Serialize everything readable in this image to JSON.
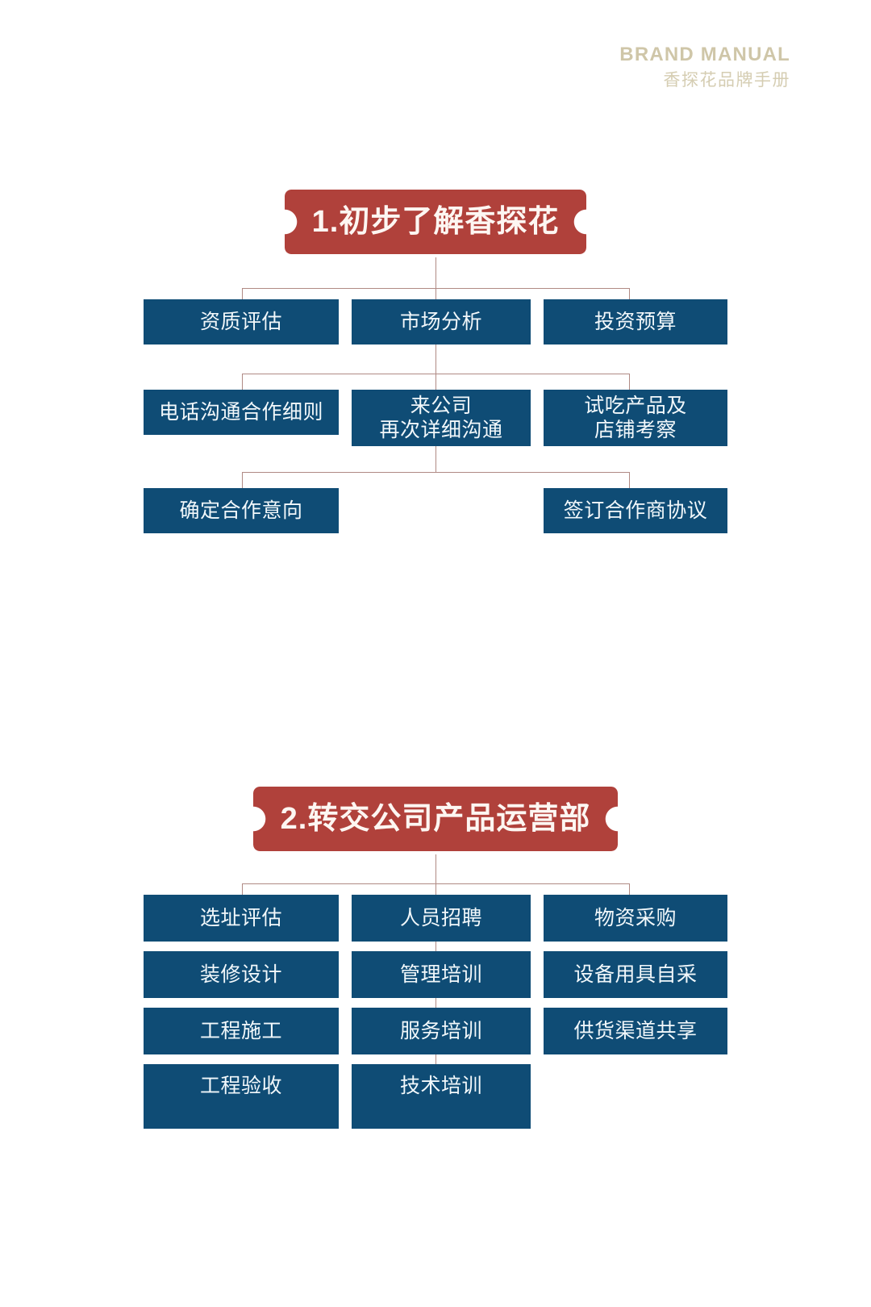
{
  "header": {
    "brand_en": "BRAND MANUAL",
    "brand_cn": "香探花品牌手册"
  },
  "colors": {
    "banner_red": "#b0413b",
    "box_blue": "#0f4c75",
    "connector": "#b08a84",
    "header_tan": "#cfc6a8",
    "page_background": "#ffffff"
  },
  "sections": [
    {
      "banner": "1.初步了解香探花",
      "rows": [
        {
          "cells": [
            {
              "label": "资质评估",
              "empty": false
            },
            {
              "label": "市场分析",
              "empty": false
            },
            {
              "label": "投资预算",
              "empty": false
            }
          ]
        },
        {
          "cells": [
            {
              "label": "电话沟通合作细则",
              "empty": false
            },
            {
              "label": "来公司\n再次详细沟通",
              "empty": false
            },
            {
              "label": "试吃产品及\n店铺考察",
              "empty": false
            }
          ]
        },
        {
          "cells": [
            {
              "label": "确定合作意向",
              "empty": false
            },
            {
              "label": "",
              "empty": true
            },
            {
              "label": "签订合作商协议",
              "empty": false
            }
          ]
        }
      ]
    },
    {
      "banner": "2.转交公司产品运营部",
      "columns": [
        {
          "items": [
            "选址评估",
            "装修设计",
            "工程施工",
            "工程验收"
          ]
        },
        {
          "items": [
            "人员招聘",
            "管理培训",
            "服务培训",
            "技术培训"
          ]
        },
        {
          "items": [
            "物资采购",
            "设备用具自采",
            "供货渠道共享"
          ]
        }
      ]
    }
  ]
}
